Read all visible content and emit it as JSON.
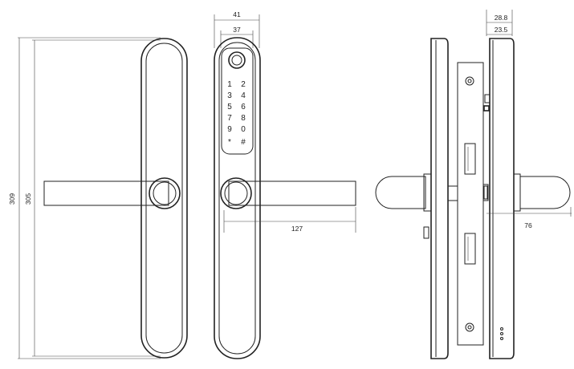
{
  "dimensions": {
    "overall_height": "309",
    "inner_height": "305",
    "total_width": "41",
    "inner_width": "37",
    "handle_reach": "127",
    "side_projection": "76",
    "depth_outer": "28.8",
    "depth_inner": "23.5"
  },
  "keypad": {
    "rows": [
      [
        "1",
        "2"
      ],
      [
        "3",
        "4"
      ],
      [
        "5",
        "6"
      ],
      [
        "7",
        "8"
      ],
      [
        "9",
        "0"
      ],
      [
        "*",
        "#"
      ]
    ]
  }
}
